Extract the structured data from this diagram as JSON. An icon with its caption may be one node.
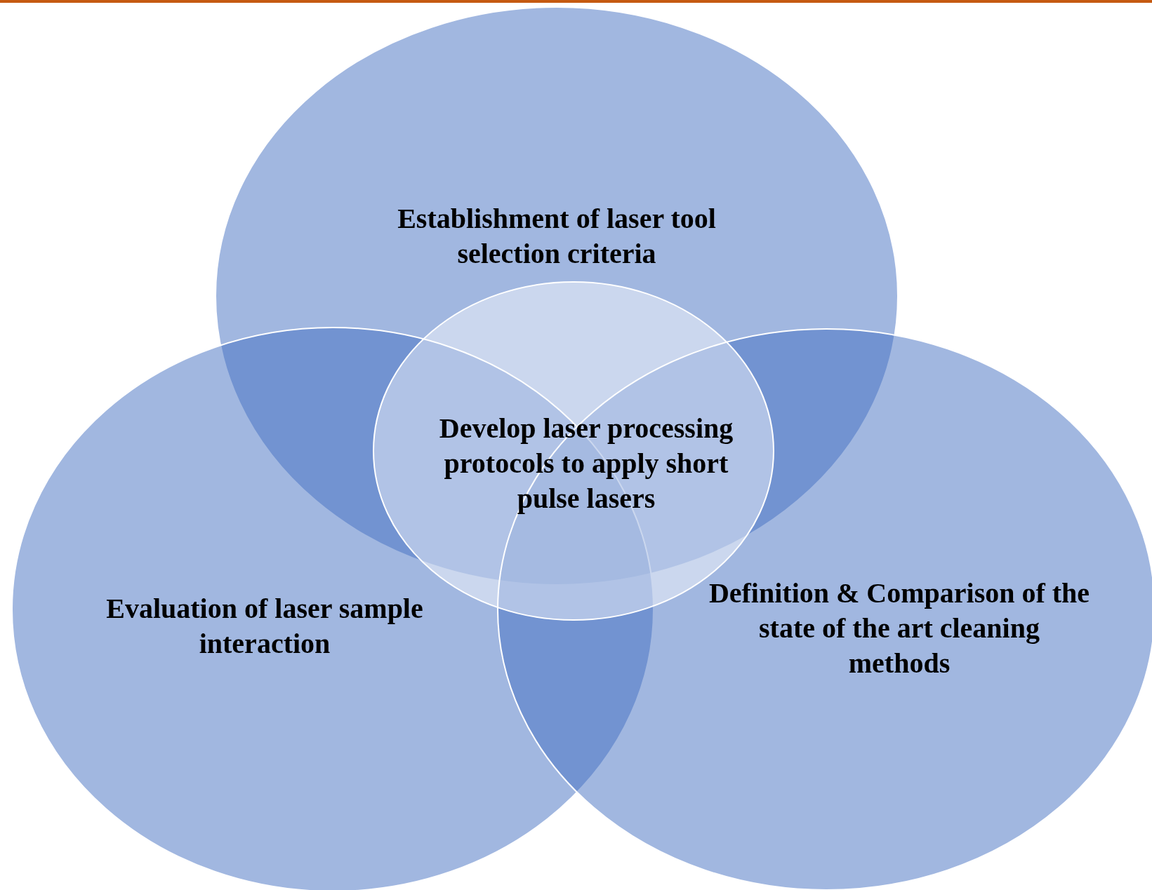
{
  "diagram": {
    "nodes": [
      {
        "text": [
          "Establishment of laser tool selection criteria"
        ]
      },
      {
        "text": [
          "Develop laser processing protocols to apply short pulse lasers"
        ]
      },
      {
        "text": [
          "Evaluation of laser sample interaction"
        ]
      },
      {
        "text": [
          "Definition & Comparison of the state of the art cleaning methods"
        ]
      }
    ]
  }
}
